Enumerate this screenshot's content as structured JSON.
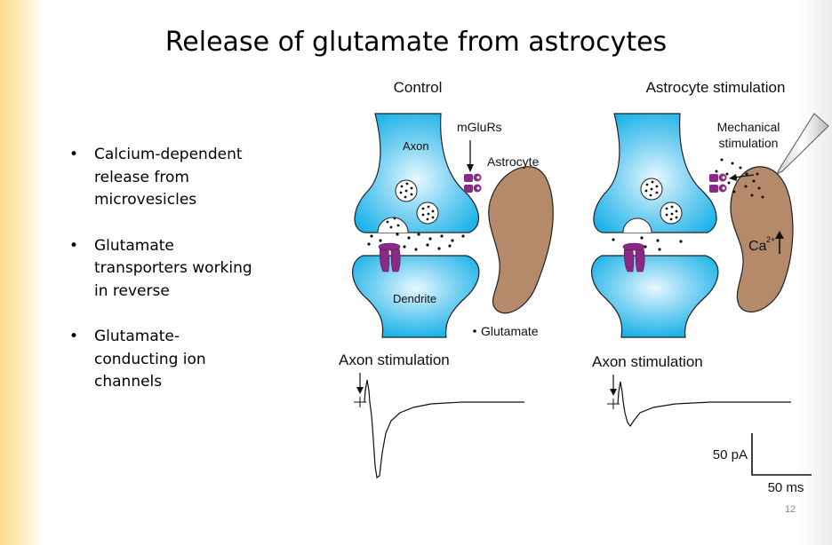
{
  "slide": {
    "title": "Release of glutamate from astrocytes",
    "page_number": "12",
    "bullets": [
      [
        "Calcium-dependent",
        "release from",
        "microvesicles"
      ],
      [
        "Glutamate",
        "transporters working",
        "in reverse"
      ],
      [
        "Glutamate-",
        "conducting ion",
        "channels"
      ]
    ]
  },
  "figure": {
    "panels": {
      "control": "Control",
      "stimulation": "Astrocyte stimulation"
    },
    "labels": {
      "axon": "Axon",
      "dendrite": "Dendrite",
      "mglurs": "mGluRs",
      "astrocyte": "Astrocyte",
      "glutamate_legend": "Glutamate",
      "mechanical_line1": "Mechanical",
      "mechanical_line2": "stimulation",
      "calcium": "Ca",
      "calcium_charge": "2+"
    },
    "traces": {
      "control_label": "Axon stimulation",
      "stimulation_label": "Axon stimulation"
    },
    "scale_bar": {
      "current": "50 pA",
      "time": "50 ms"
    },
    "colors": {
      "neuron_center": "#e8f8ff",
      "neuron_edge": "#1eb3e8",
      "astrocyte": "#b48a6a",
      "receptor": "#8a2a87"
    }
  }
}
